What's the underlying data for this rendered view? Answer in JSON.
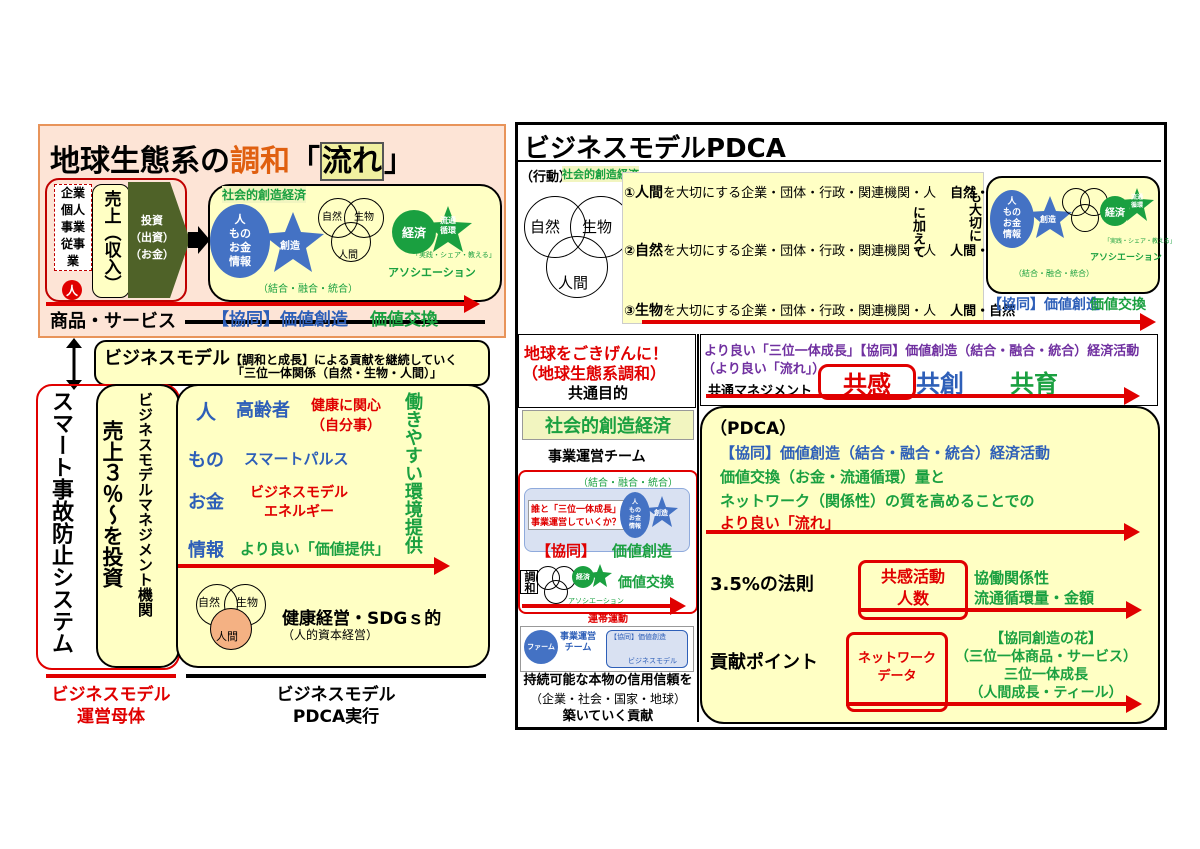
{
  "colors": {
    "red": "#e00000",
    "green": "#1aa040",
    "blue": "#2e5fb8",
    "yellow": "#ffffc4",
    "orange": "#e8945a",
    "navy": "#1a2a6c"
  },
  "left": {
    "title": {
      "a": "地球生態系の",
      "b": "調和",
      "c": "「",
      "d": "流れ",
      "e": "」"
    },
    "actors": [
      "企業",
      "個人",
      "事業",
      "従事",
      "業"
    ],
    "person_badge": "人",
    "sales": "売上（収入）",
    "invest": {
      "a": "投資",
      "b": "（出資）",
      "c": "（お金）"
    },
    "social_econ": "社会的創造経済",
    "mono_circle": [
      "人",
      "もの",
      "お金",
      "情報"
    ],
    "souzou": "創造",
    "venn": {
      "a": "自然",
      "b": "生物",
      "c": "人間"
    },
    "keizai": "経済",
    "ryutsu": [
      "流通",
      "循環"
    ],
    "share": "「実践・シェア・教える」",
    "assoc": "アソシエーション",
    "ketsugou": "（結合・融合・統合）",
    "shohin": "商品・サービス",
    "kyodo": "【協同】価値創造",
    "kachi_kokan": "価値交換",
    "model_line1a": "ビジネスモデル",
    "model_line1b": "【調和と成長】による貢献を継続していく",
    "model_line2": "「三位一体関係（自然・生物・人間）」",
    "smart": "スマート事故防止システム",
    "mgmt_org": "ビジネスモデルマネジメント機関",
    "uriage3": "売上３％～を投資",
    "rows": [
      {
        "k": "人",
        "v": "高齢者",
        "x": "健康に関心（自分事）"
      },
      {
        "k": "もの",
        "v": "スマートパルス"
      },
      {
        "k": "お金",
        "v": "ビジネスモデルエネルギー"
      },
      {
        "k": "情報",
        "v": "より良い「価値提供」"
      }
    ],
    "hataraki": "働きやすい環境提供",
    "kenko": "健康経営・SDGｓ的",
    "jinteki": "（人的資本経営）",
    "bottom_left": [
      "ビジネスモデル",
      "運営母体"
    ],
    "bottom_right": [
      "ビジネスモデル",
      "PDCA実行"
    ]
  },
  "right": {
    "title": "ビジネスモデルPDCA",
    "action": "（行動）",
    "social_econ": "社会的創造経済",
    "venn": {
      "a": "自然",
      "b": "生物",
      "c": "人間"
    },
    "lines": [
      {
        "n": "①",
        "pre": "人間",
        "t": "を大切にする企業・団体・行政・関連機関・人",
        "r": "自然・生物"
      },
      {
        "n": "②",
        "pre": "自然",
        "t": "を大切にする企業・団体・行政・関連機関・人",
        "r": "人間・生物"
      },
      {
        "n": "③",
        "pre": "生物",
        "t": "を大切にする企業・団体・行政・関連機関・人",
        "r": "人間・自然"
      }
    ],
    "nikuwaete": "に加えて",
    "motaisetsu": "も大切に",
    "mini": {
      "circle": [
        "人",
        "もの",
        "お金",
        "情報"
      ],
      "souzou": "創造",
      "keizai": "経済",
      "ryutsu": [
        "流通",
        "循環"
      ],
      "share": "「実践・シェア・教える」",
      "assoc": "アソシエーション",
      "ketsugou": "（結合・融合・統合）"
    },
    "kyodo": "【協同】価値創造",
    "kachi_kokan": "価値交換",
    "goal1": "地球をごきげんに！",
    "goal2": "（地球生態系調和）",
    "goal3": "共通目的",
    "yoriyoi": "より良い「三位一体成長」【協同】価値創造（結合・融合・統合）経済活動",
    "yoriyoi2": "（より良い「流れ」）",
    "common_mgmt": "共通マネジメント",
    "kyokan": "共感",
    "kyoso": "共創",
    "kyoiku": "共育",
    "team_title": "社会的創造経済",
    "team": "事業運営チーム",
    "team_box": {
      "ketsugou": "（結合・融合・統合）",
      "q1": "誰と「三位一体成長」",
      "q2": "事業運営していくか？",
      "kyodo": "【協同】",
      "kachi": "価値創造",
      "chowa": "調和",
      "kachi_kokan": "価値交換",
      "rentai": "連帯運動"
    },
    "farm": {
      "a": "ファーム",
      "b": "事業運営",
      "c": "チーム",
      "d": "【協同】価値創造",
      "e": "ビジネスモデル"
    },
    "jizoku": [
      "持続可能な本物の信用信頼を",
      "（企業・社会・国家・地球）",
      "築いていく貢献"
    ],
    "pdca": "（PDCA）",
    "p1": "【協同】価値創造（結合・融合・統合）経済活動",
    "p2": "価値交換（お金・流通循環）量と",
    "p3": "ネットワーク（関係性）の質を高めることでの",
    "p4": "より良い「流れ」",
    "law": "3.5%の法則",
    "kyokan_act": [
      "共感活動",
      "人数"
    ],
    "kyodo_kankei": [
      "協働関係性",
      "流通循環量・金額"
    ],
    "koken": "貢献ポイント",
    "network": [
      "ネットワーク",
      "データ"
    ],
    "hana": [
      "【協同創造の花】",
      "（三位一体商品・サービス）",
      "三位一体成長",
      "（人間成長・ティール）"
    ]
  }
}
